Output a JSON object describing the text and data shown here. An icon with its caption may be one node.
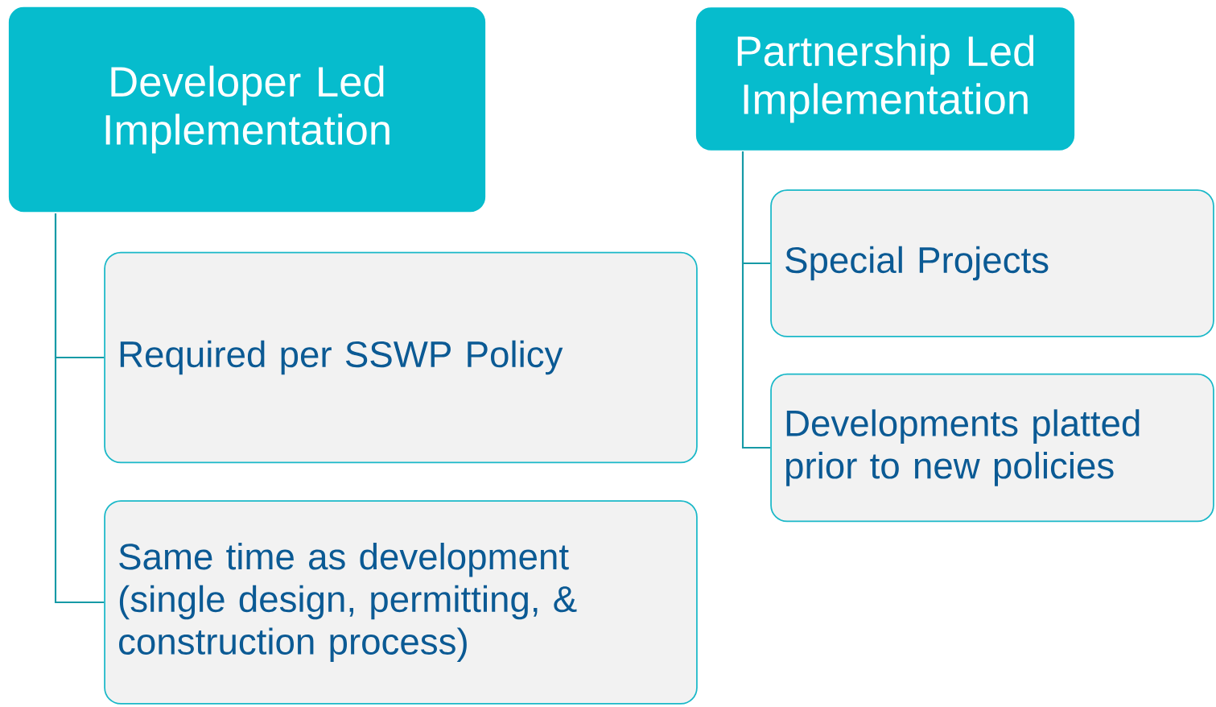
{
  "diagram": {
    "nodes": [
      {
        "text": [
          "Developer Led Implementation"
        ]
      },
      {
        "text": [
          "Required per SSWP Policy"
        ]
      },
      {
        "text": [
          "Same time as development (single design, permitting, & construction process)"
        ]
      },
      {
        "text": [
          "Partnership Led Implementation"
        ]
      },
      {
        "text": [
          "Special Projects"
        ]
      },
      {
        "text": [
          "Developments platted prior to new policies"
        ]
      }
    ],
    "edges": [
      {
        "from": 0,
        "to": 1,
        "arrow": "none"
      },
      {
        "from": 0,
        "to": 2,
        "arrow": "none"
      },
      {
        "from": 3,
        "to": 4,
        "arrow": "none"
      },
      {
        "from": 3,
        "to": 5,
        "arrow": "none"
      }
    ]
  }
}
